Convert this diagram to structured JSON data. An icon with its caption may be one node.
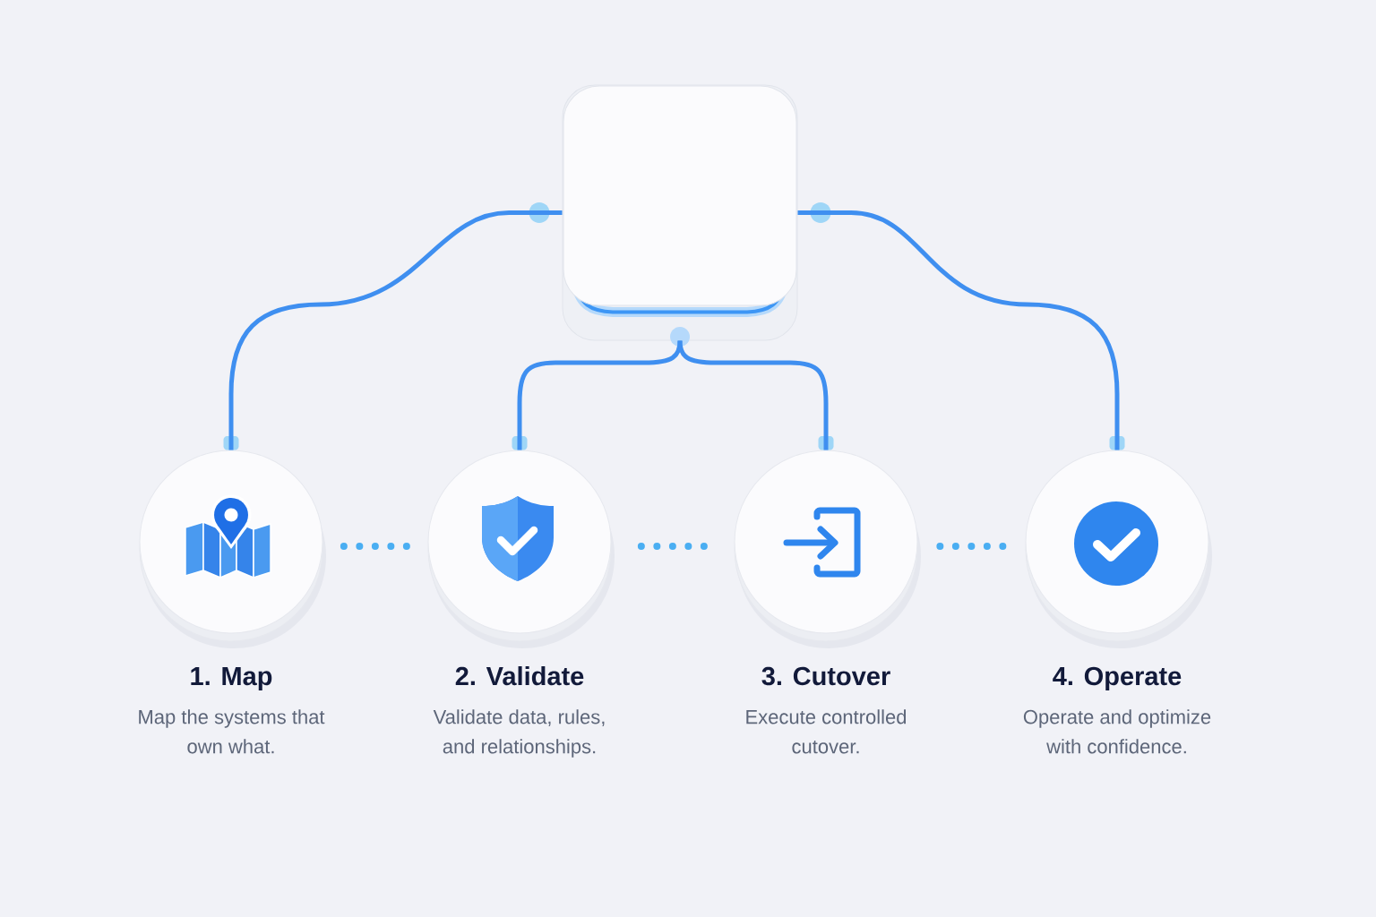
{
  "diagram": {
    "nodes": [
      {
        "text": [],
        "shape": "box"
      },
      {
        "text": [
          "1. Map",
          "Map the systems that own what."
        ]
      },
      {
        "text": [
          "2. Validate",
          "Validate data, rules, and relationships."
        ]
      },
      {
        "text": [
          "3. Cutover",
          "Execute controlled cutover."
        ]
      },
      {
        "text": [
          "4. Operate",
          "Operate and optimize with confidence."
        ]
      }
    ],
    "edges": [
      {
        "from": 0,
        "to": 1,
        "arrow": "none"
      },
      {
        "from": 0,
        "to": 2,
        "arrow": "none"
      },
      {
        "from": 0,
        "to": 3,
        "arrow": "none"
      },
      {
        "from": 0,
        "to": 4,
        "arrow": "none"
      },
      {
        "from": 1,
        "to": 2,
        "arrow": "none",
        "style": "dashed",
        "color": "#4aaef2"
      },
      {
        "from": 2,
        "to": 3,
        "arrow": "none",
        "style": "dashed",
        "color": "#4aaef2"
      },
      {
        "from": 3,
        "to": 4,
        "arrow": "none",
        "style": "dashed",
        "color": "#4aaef2"
      }
    ]
  }
}
